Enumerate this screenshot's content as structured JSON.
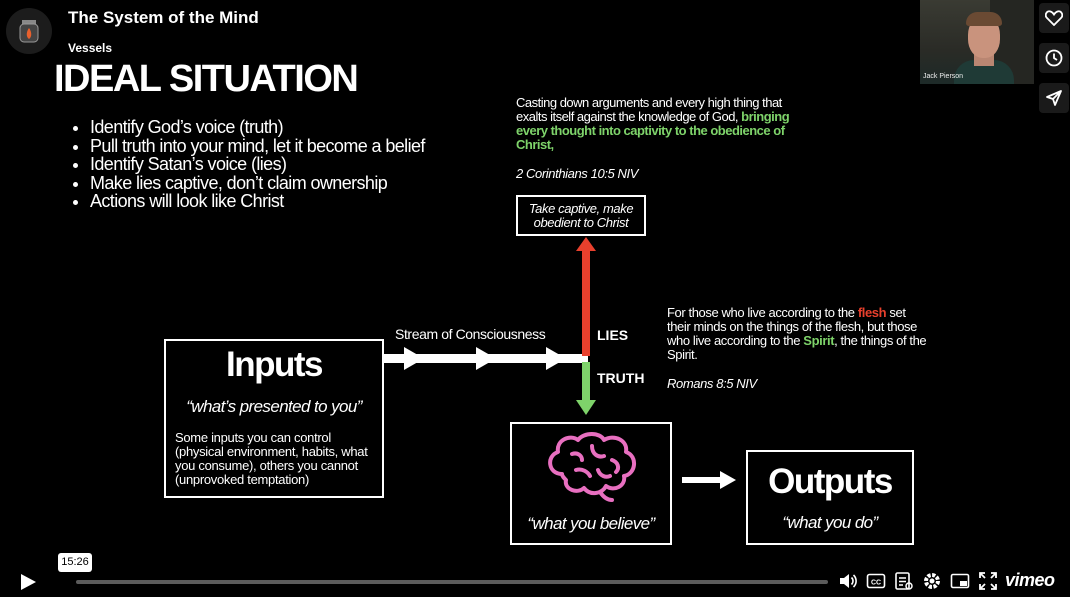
{
  "header": {
    "title": "The System of the Mind",
    "channel": "Vessels"
  },
  "slide": {
    "heading": "IDEAL SITUATION",
    "bullets": [
      "Identify God’s voice (truth)",
      "Pull truth into your mind, let it become a belief",
      "Identify Satan’s voice (lies)",
      "Make lies captive, don’t claim ownership",
      "Actions will look like Christ"
    ],
    "verse1": {
      "text_a": "Casting down arguments and every high thing that exalts itself against the knowledge of God, ",
      "highlight": "bringing every thought into captivity to the obedience of Christ,",
      "reference": "2 Corinthians 10:5 NIV"
    },
    "captive_box": "Take captive, make obedient to Christ",
    "inputs": {
      "title": "Inputs",
      "subtitle": "“what’s presented to you”",
      "note": "Some inputs you can control (physical environment, habits, what you consume), others you cannot (unprovoked temptation)"
    },
    "stream_label": "Stream of Consciousness",
    "lies_label": "LIES",
    "truth_label": "TRUTH",
    "verse2": {
      "a": "For those who live according to the ",
      "flesh": "flesh",
      "b": " set their minds on the things of the flesh, but those who live according to the ",
      "spirit": "Spirit",
      "c": ", the things of the Spirit.",
      "reference": "Romans 8:5 NIV"
    },
    "belief": {
      "caption": "“what you believe”"
    },
    "outputs": {
      "title": "Outputs",
      "subtitle": "“what you do”"
    },
    "colors": {
      "lies": "#e8402d",
      "truth": "#7ed36a",
      "brain": "#e86fc0"
    }
  },
  "webcam": {
    "name": "Jack Pierson"
  },
  "side_buttons": [
    "heart-icon",
    "clock-icon",
    "send-icon"
  ],
  "player": {
    "time": "15:26",
    "progress": 0.0,
    "brand": "vimeo",
    "controls": [
      "volume-icon",
      "captions-icon",
      "transcript-icon",
      "settings-icon",
      "pip-icon",
      "fullscreen-icon"
    ]
  }
}
